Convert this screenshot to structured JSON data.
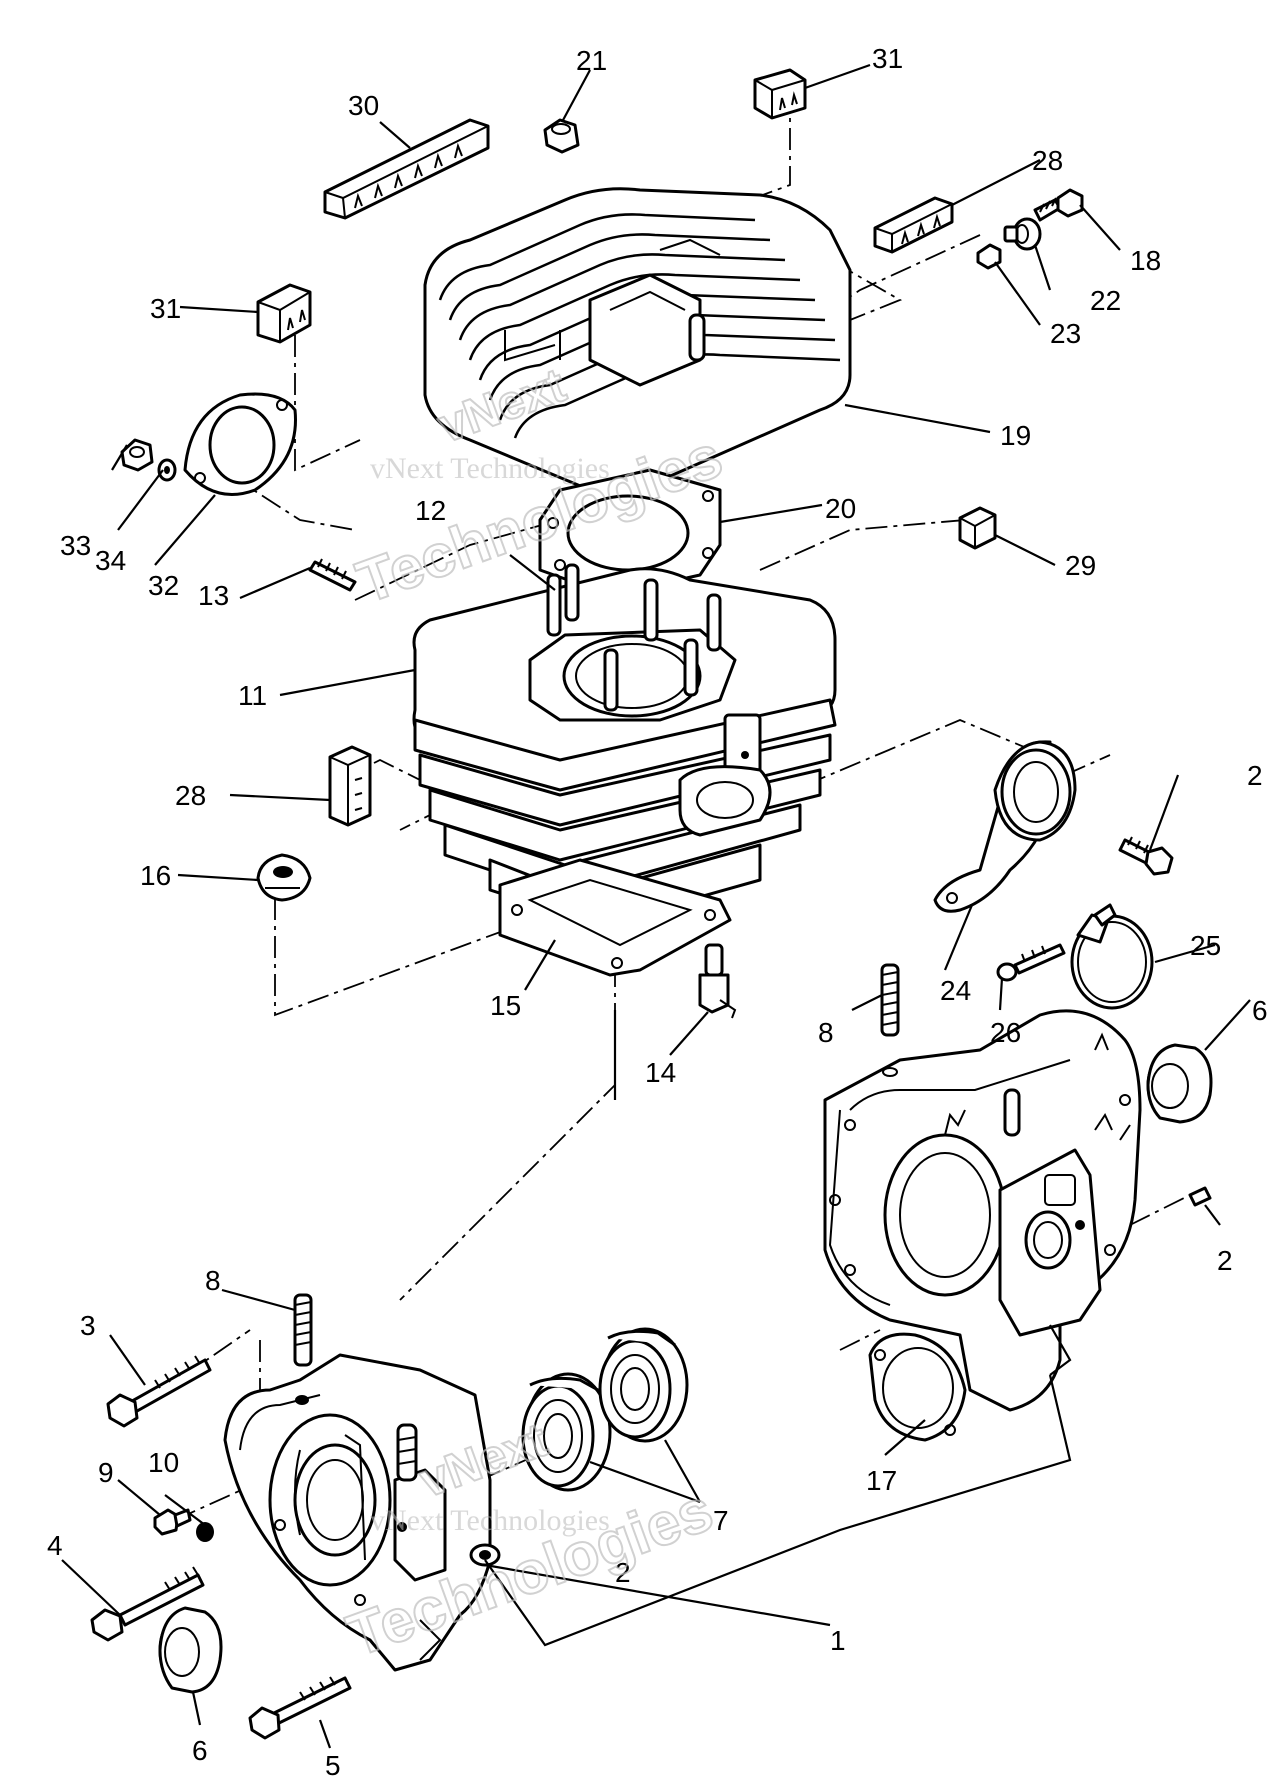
{
  "watermark": {
    "text": "vNext Technologies",
    "word1": "vNext",
    "word2": "Technologies"
  },
  "callouts": {
    "c1": "1",
    "c2a": "2",
    "c2b": "2",
    "c2c": "2",
    "c3": "3",
    "c4": "4",
    "c5": "5",
    "c6a": "6",
    "c6b": "6",
    "c7": "7",
    "c8a": "8",
    "c8b": "8",
    "c9": "9",
    "c10": "10",
    "c11": "11",
    "c12": "12",
    "c13": "13",
    "c14": "14",
    "c15": "15",
    "c16": "16",
    "c17": "17",
    "c18": "18",
    "c19": "19",
    "c20": "20",
    "c21": "21",
    "c22": "22",
    "c23": "23",
    "c24": "24",
    "c25": "25",
    "c26": "26",
    "c28a": "28",
    "c28b": "28",
    "c29": "29",
    "c30": "30",
    "c31a": "31",
    "c31b": "31",
    "c32": "32",
    "c33": "33",
    "c34": "34"
  }
}
